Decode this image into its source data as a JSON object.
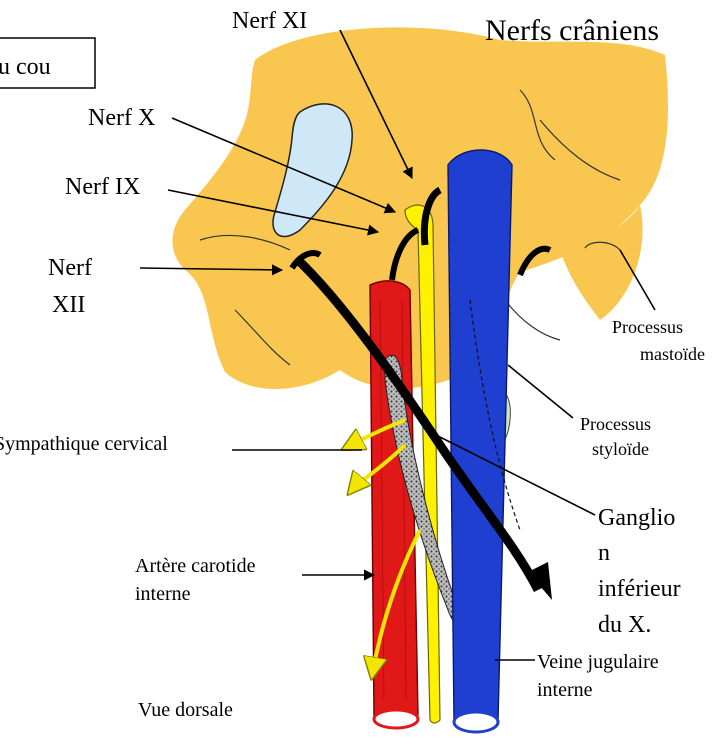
{
  "title": "Nerfs crâniens",
  "boxed_label": "u cou",
  "view_label": "Vue dorsale",
  "labels": {
    "nerf_xi": "Nerf XI",
    "nerf_x": "Nerf X",
    "nerf_ix": "Nerf IX",
    "nerf_xii_line1": "Nerf",
    "nerf_xii_line2": "XII",
    "sympathique": "Sympathique cervical",
    "carotide_line1": "Artère carotide",
    "carotide_line2": "interne",
    "mastoide_line1": "Processus",
    "mastoide_line2": "mastoïde",
    "styloide_line1": "Processus",
    "styloide_line2": "styloïde",
    "ganglion_line1": "Ganglio",
    "ganglion_line2": "n",
    "ganglion_line3": "inférieur",
    "ganglion_line4": "du X.",
    "jugulaire_line1": "Veine jugulaire",
    "jugulaire_line2": "interne"
  },
  "colors": {
    "skull_base": "#F9C74F",
    "foramen": "#CFE8F7",
    "carotid": "#E01818",
    "jugular": "#1F3FD0",
    "vagus": "#FFF200",
    "sympathetic": "#9A9A9A",
    "styloid": "#C9E9C0"
  }
}
